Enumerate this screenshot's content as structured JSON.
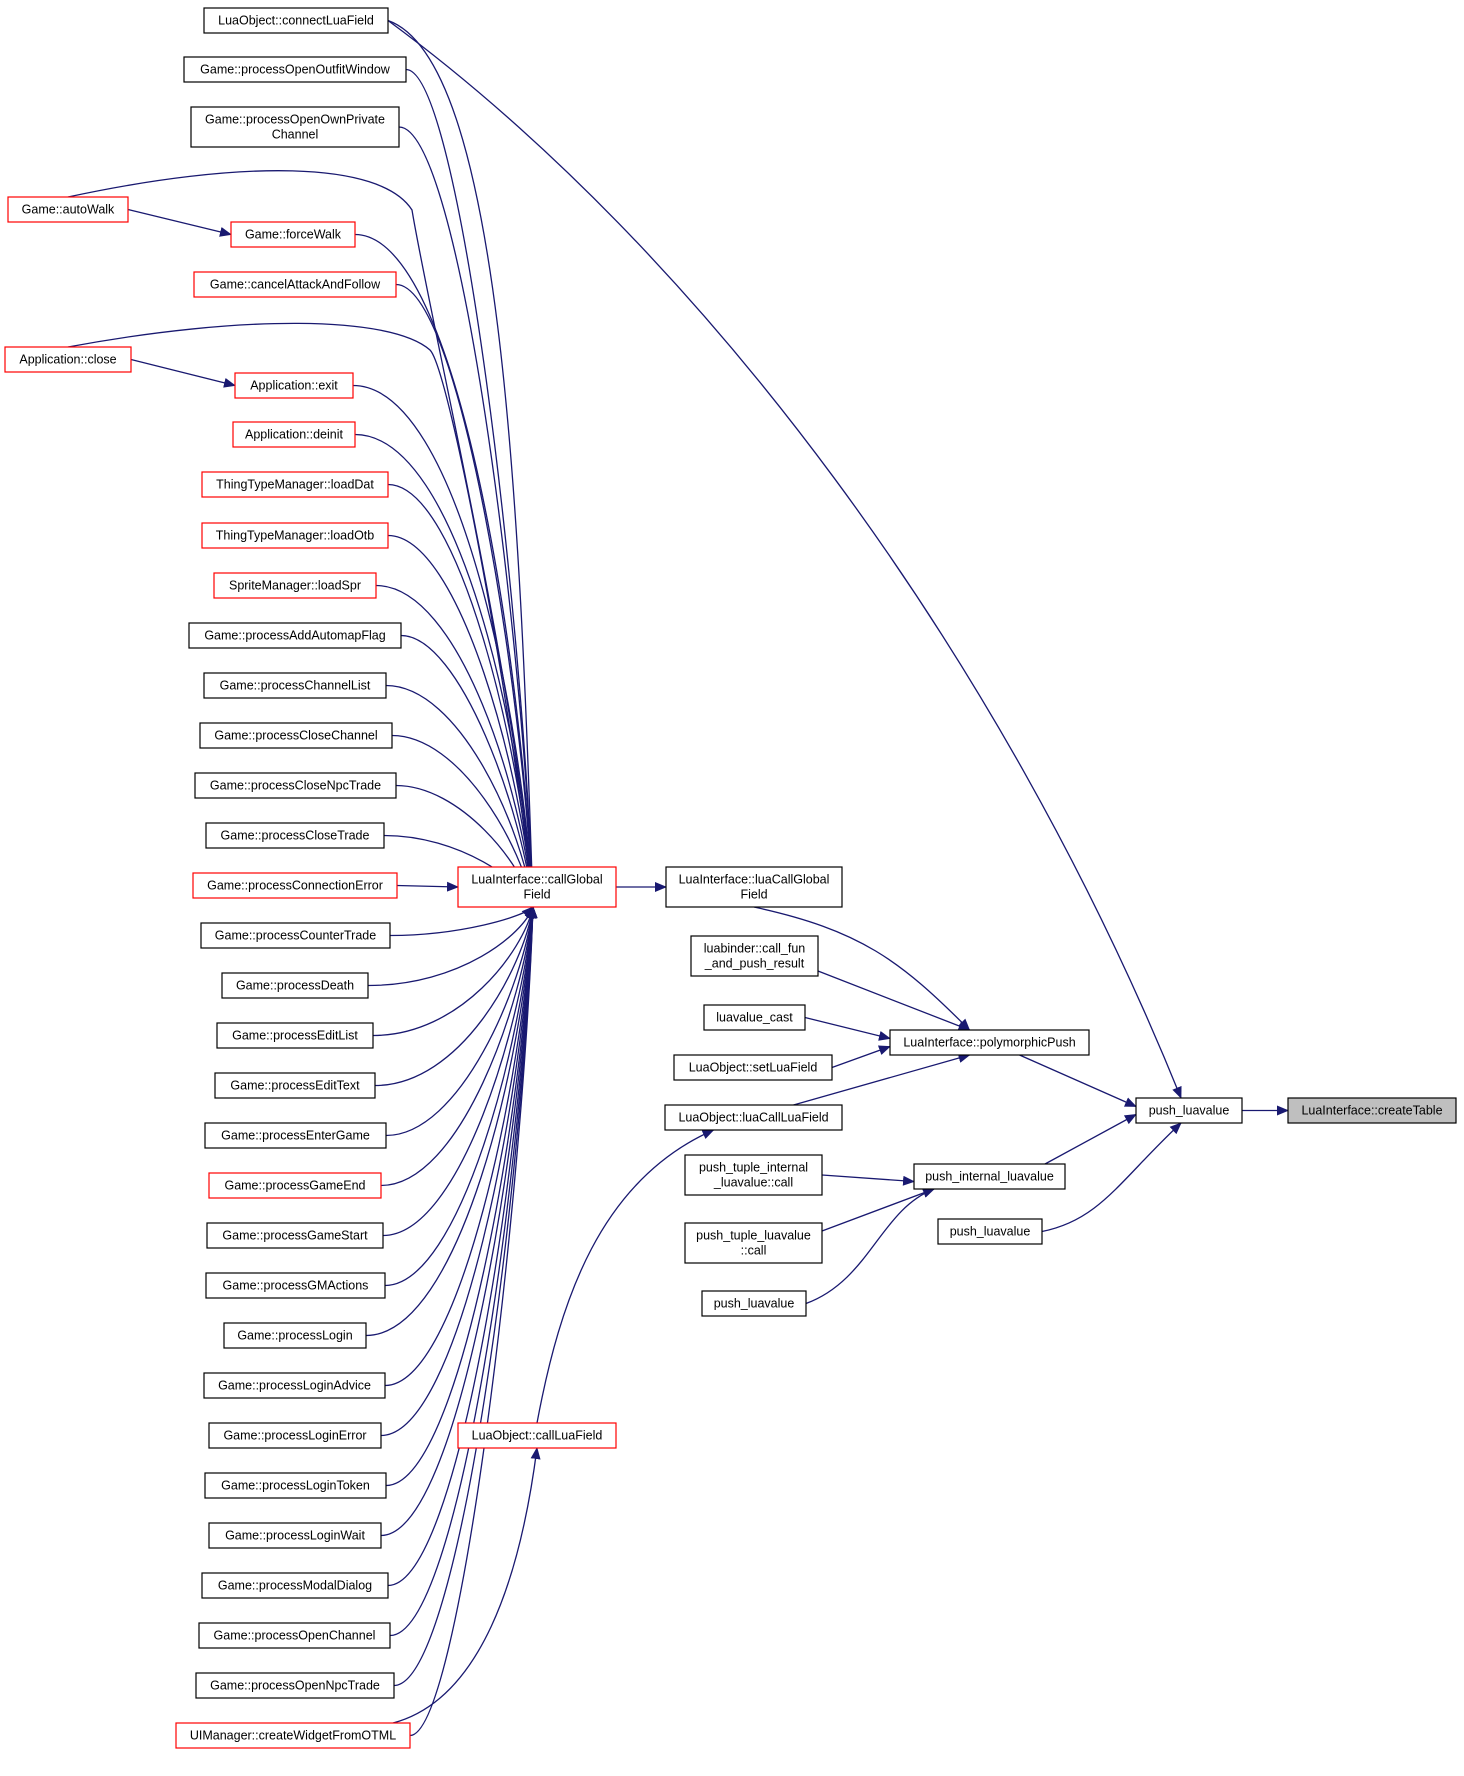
{
  "graph": {
    "colors": {
      "edge": "#191970",
      "node_border": "#000000",
      "highlight_border": "#ff0000",
      "selected_fill": "#bfbfbf",
      "node_fill": "#ffffff"
    },
    "nodes": [
      {
        "id": "connectLuaField",
        "lines": [
          "LuaObject::connectLuaField"
        ],
        "style": "normal"
      },
      {
        "id": "processOpenOutfitWindow",
        "lines": [
          "Game::processOpenOutfitWindow"
        ],
        "style": "normal"
      },
      {
        "id": "processOpenOwnPrivateChannel",
        "lines": [
          "Game::processOpenOwnPrivate",
          "Channel"
        ],
        "style": "normal"
      },
      {
        "id": "autoWalk",
        "lines": [
          "Game::autoWalk"
        ],
        "style": "red"
      },
      {
        "id": "forceWalk",
        "lines": [
          "Game::forceWalk"
        ],
        "style": "red"
      },
      {
        "id": "cancelAttackAndFollow",
        "lines": [
          "Game::cancelAttackAndFollow"
        ],
        "style": "red"
      },
      {
        "id": "appClose",
        "lines": [
          "Application::close"
        ],
        "style": "red"
      },
      {
        "id": "appExit",
        "lines": [
          "Application::exit"
        ],
        "style": "red"
      },
      {
        "id": "appDeinit",
        "lines": [
          "Application::deinit"
        ],
        "style": "red"
      },
      {
        "id": "loadDat",
        "lines": [
          "ThingTypeManager::loadDat"
        ],
        "style": "red"
      },
      {
        "id": "loadOtb",
        "lines": [
          "ThingTypeManager::loadOtb"
        ],
        "style": "red"
      },
      {
        "id": "loadSpr",
        "lines": [
          "SpriteManager::loadSpr"
        ],
        "style": "red"
      },
      {
        "id": "processAddAutomapFlag",
        "lines": [
          "Game::processAddAutomapFlag"
        ],
        "style": "normal"
      },
      {
        "id": "processChannelList",
        "lines": [
          "Game::processChannelList"
        ],
        "style": "normal"
      },
      {
        "id": "processCloseChannel",
        "lines": [
          "Game::processCloseChannel"
        ],
        "style": "normal"
      },
      {
        "id": "processCloseNpcTrade",
        "lines": [
          "Game::processCloseNpcTrade"
        ],
        "style": "normal"
      },
      {
        "id": "processCloseTrade",
        "lines": [
          "Game::processCloseTrade"
        ],
        "style": "normal"
      },
      {
        "id": "processConnectionError",
        "lines": [
          "Game::processConnectionError"
        ],
        "style": "red"
      },
      {
        "id": "processCounterTrade",
        "lines": [
          "Game::processCounterTrade"
        ],
        "style": "normal"
      },
      {
        "id": "processDeath",
        "lines": [
          "Game::processDeath"
        ],
        "style": "normal"
      },
      {
        "id": "processEditList",
        "lines": [
          "Game::processEditList"
        ],
        "style": "normal"
      },
      {
        "id": "processEditText",
        "lines": [
          "Game::processEditText"
        ],
        "style": "normal"
      },
      {
        "id": "processEnterGame",
        "lines": [
          "Game::processEnterGame"
        ],
        "style": "normal"
      },
      {
        "id": "processGameEnd",
        "lines": [
          "Game::processGameEnd"
        ],
        "style": "red"
      },
      {
        "id": "processGameStart",
        "lines": [
          "Game::processGameStart"
        ],
        "style": "normal"
      },
      {
        "id": "processGMActions",
        "lines": [
          "Game::processGMActions"
        ],
        "style": "normal"
      },
      {
        "id": "processLogin",
        "lines": [
          "Game::processLogin"
        ],
        "style": "normal"
      },
      {
        "id": "processLoginAdvice",
        "lines": [
          "Game::processLoginAdvice"
        ],
        "style": "normal"
      },
      {
        "id": "processLoginError",
        "lines": [
          "Game::processLoginError"
        ],
        "style": "normal"
      },
      {
        "id": "processLoginToken",
        "lines": [
          "Game::processLoginToken"
        ],
        "style": "normal"
      },
      {
        "id": "processLoginWait",
        "lines": [
          "Game::processLoginWait"
        ],
        "style": "normal"
      },
      {
        "id": "processModalDialog",
        "lines": [
          "Game::processModalDialog"
        ],
        "style": "normal"
      },
      {
        "id": "processOpenChannel",
        "lines": [
          "Game::processOpenChannel"
        ],
        "style": "normal"
      },
      {
        "id": "processOpenNpcTrade",
        "lines": [
          "Game::processOpenNpcTrade"
        ],
        "style": "normal"
      },
      {
        "id": "createWidgetFromOTML",
        "lines": [
          "UIManager::createWidgetFromOTML"
        ],
        "style": "red"
      },
      {
        "id": "callGlobalField",
        "lines": [
          "LuaInterface::callGlobal",
          "Field"
        ],
        "style": "red"
      },
      {
        "id": "callLuaField",
        "lines": [
          "LuaObject::callLuaField"
        ],
        "style": "red"
      },
      {
        "id": "luaCallGlobalField",
        "lines": [
          "LuaInterface::luaCallGlobal",
          "Field"
        ],
        "style": "normal"
      },
      {
        "id": "callFunAndPushResult",
        "lines": [
          "luabinder::call_fun",
          "_and_push_result"
        ],
        "style": "normal"
      },
      {
        "id": "luavalueCast",
        "lines": [
          "luavalue_cast"
        ],
        "style": "normal"
      },
      {
        "id": "setLuaField",
        "lines": [
          "LuaObject::setLuaField"
        ],
        "style": "normal"
      },
      {
        "id": "luaCallLuaField",
        "lines": [
          "LuaObject::luaCallLuaField"
        ],
        "style": "normal"
      },
      {
        "id": "pushTupleInternalCall",
        "lines": [
          "push_tuple_internal",
          "_luavalue::call"
        ],
        "style": "normal"
      },
      {
        "id": "pushTupleLuavalueCall",
        "lines": [
          "push_tuple_luavalue",
          "::call"
        ],
        "style": "normal"
      },
      {
        "id": "pushLuavalueLeft",
        "lines": [
          "push_luavalue"
        ],
        "style": "normal"
      },
      {
        "id": "polymorphicPush",
        "lines": [
          "LuaInterface::polymorphicPush"
        ],
        "style": "normal"
      },
      {
        "id": "pushInternalLuavalue",
        "lines": [
          "push_internal_luavalue"
        ],
        "style": "normal"
      },
      {
        "id": "pushLuavalueMid",
        "lines": [
          "push_luavalue"
        ],
        "style": "normal"
      },
      {
        "id": "pushLuavalueMain",
        "lines": [
          "push_luavalue"
        ],
        "style": "normal"
      },
      {
        "id": "createTable",
        "lines": [
          "LuaInterface::createTable"
        ],
        "style": "selected"
      }
    ],
    "edges": [
      [
        "callGlobalField",
        "connectLuaField"
      ],
      [
        "callGlobalField",
        "processOpenOutfitWindow"
      ],
      [
        "callGlobalField",
        "processOpenOwnPrivateChannel"
      ],
      [
        "callGlobalField",
        "autoWalk"
      ],
      [
        "callGlobalField",
        "forceWalk"
      ],
      [
        "callGlobalField",
        "cancelAttackAndFollow"
      ],
      [
        "callGlobalField",
        "appClose"
      ],
      [
        "callGlobalField",
        "appExit"
      ],
      [
        "callGlobalField",
        "appDeinit"
      ],
      [
        "callGlobalField",
        "loadDat"
      ],
      [
        "callGlobalField",
        "loadOtb"
      ],
      [
        "callGlobalField",
        "loadSpr"
      ],
      [
        "callGlobalField",
        "processAddAutomapFlag"
      ],
      [
        "callGlobalField",
        "processChannelList"
      ],
      [
        "callGlobalField",
        "processCloseChannel"
      ],
      [
        "callGlobalField",
        "processCloseNpcTrade"
      ],
      [
        "callGlobalField",
        "processCloseTrade"
      ],
      [
        "callGlobalField",
        "processConnectionError"
      ],
      [
        "callGlobalField",
        "processCounterTrade"
      ],
      [
        "callGlobalField",
        "processDeath"
      ],
      [
        "callGlobalField",
        "processEditList"
      ],
      [
        "callGlobalField",
        "processEditText"
      ],
      [
        "callGlobalField",
        "processEnterGame"
      ],
      [
        "callGlobalField",
        "processGameEnd"
      ],
      [
        "callGlobalField",
        "processGameStart"
      ],
      [
        "callGlobalField",
        "processGMActions"
      ],
      [
        "callGlobalField",
        "processLogin"
      ],
      [
        "callGlobalField",
        "processLoginAdvice"
      ],
      [
        "callGlobalField",
        "processLoginError"
      ],
      [
        "callGlobalField",
        "processLoginToken"
      ],
      [
        "callGlobalField",
        "processLoginWait"
      ],
      [
        "callGlobalField",
        "processModalDialog"
      ],
      [
        "callGlobalField",
        "processOpenChannel"
      ],
      [
        "callGlobalField",
        "processOpenNpcTrade"
      ],
      [
        "callGlobalField",
        "createWidgetFromOTML"
      ],
      [
        "forceWalk",
        "autoWalk"
      ],
      [
        "appExit",
        "appClose"
      ],
      [
        "luaCallGlobalField",
        "callGlobalField"
      ],
      [
        "callLuaField",
        "createWidgetFromOTML"
      ],
      [
        "luaCallLuaField",
        "callLuaField"
      ],
      [
        "polymorphicPush",
        "luaCallGlobalField"
      ],
      [
        "polymorphicPush",
        "callFunAndPushResult"
      ],
      [
        "polymorphicPush",
        "luavalueCast"
      ],
      [
        "polymorphicPush",
        "setLuaField"
      ],
      [
        "polymorphicPush",
        "luaCallLuaField"
      ],
      [
        "pushInternalLuavalue",
        "pushTupleInternalCall"
      ],
      [
        "pushInternalLuavalue",
        "pushTupleLuavalueCall"
      ],
      [
        "pushInternalLuavalue",
        "pushLuavalueLeft"
      ],
      [
        "pushLuavalueMain",
        "connectLuaField"
      ],
      [
        "pushLuavalueMain",
        "polymorphicPush"
      ],
      [
        "pushLuavalueMain",
        "pushInternalLuavalue"
      ],
      [
        "pushLuavalueMain",
        "pushLuavalueMid"
      ],
      [
        "createTable",
        "pushLuavalueMain"
      ]
    ]
  }
}
